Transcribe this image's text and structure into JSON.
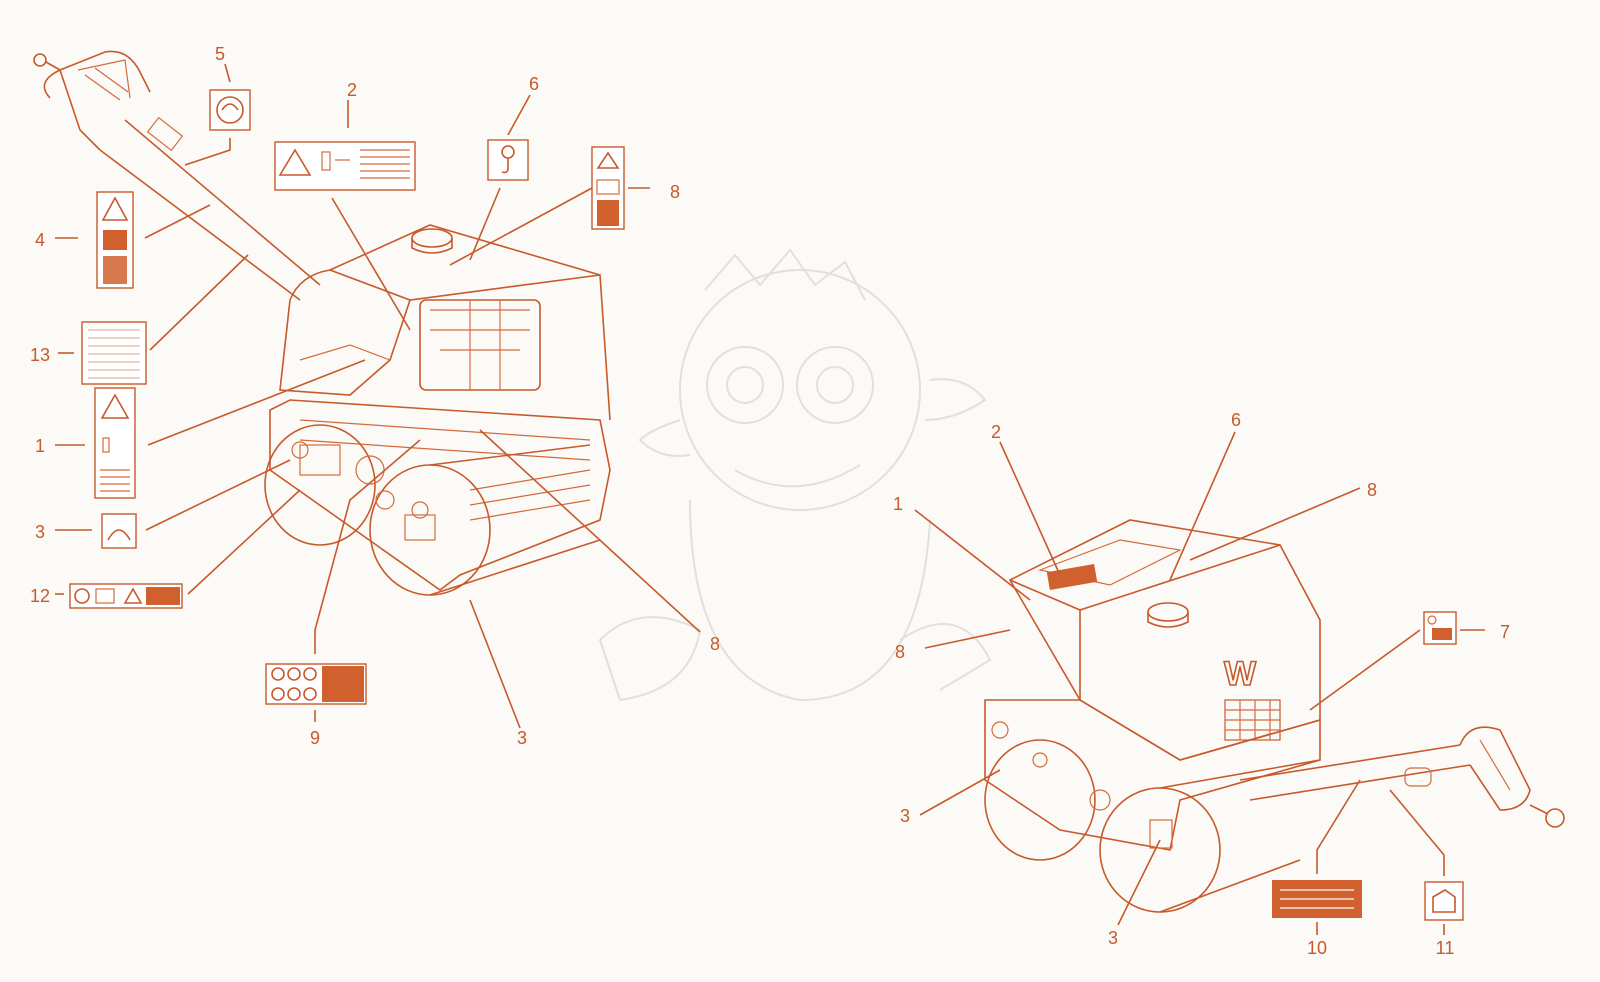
{
  "colors": {
    "accent": "#c8592b",
    "background": "#fbfaf7"
  },
  "brand_logo_letter": "W",
  "callouts": {
    "left": {
      "c1": "1",
      "c2": "2",
      "c3a": "3",
      "c3b": "3",
      "c4": "4",
      "c5": "5",
      "c6": "6",
      "c8a": "8",
      "c8b": "8",
      "c9": "9",
      "c12": "12",
      "c13": "13"
    },
    "right": {
      "c1": "1",
      "c2": "2",
      "c3a": "3",
      "c3b": "3",
      "c6": "6",
      "c7": "7",
      "c8a": "8",
      "c8b": "8",
      "c10": "10",
      "c11": "11"
    }
  }
}
